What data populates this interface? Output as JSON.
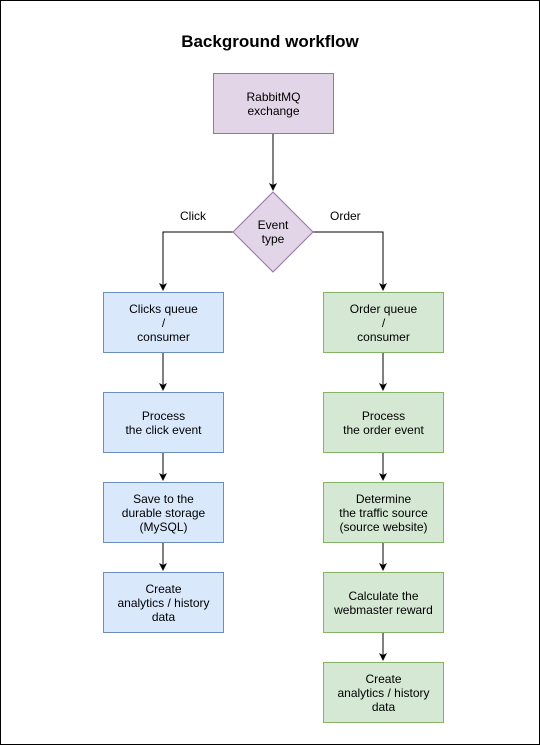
{
  "title": "Background workflow",
  "nodes": {
    "exchange": "RabbitMQ\nexchange",
    "decision": "Event\ntype",
    "clicks_queue": "Clicks queue\n/\nconsumer",
    "process_click": "Process\nthe click event",
    "save_storage": "Save to the\ndurable storage\n(MySQL)",
    "analytics_click": "Create\nanalytics / history\ndata",
    "order_queue": "Order queue\n/\nconsumer",
    "process_order": "Process\nthe order event",
    "traffic_source": "Determine\nthe traffic source\n(source website)",
    "reward": "Calculate the\nwebmaster reward",
    "analytics_order": "Create\nanalytics / history\ndata"
  },
  "edge_labels": {
    "click": "Click",
    "order": "Order"
  },
  "colors": {
    "exchange_fill": "#e1d5e7",
    "exchange_stroke": "#9673a6",
    "click_fill": "#dae8fc",
    "click_stroke": "#6c8ebf",
    "order_fill": "#d5e8d4",
    "order_stroke": "#82b366"
  }
}
